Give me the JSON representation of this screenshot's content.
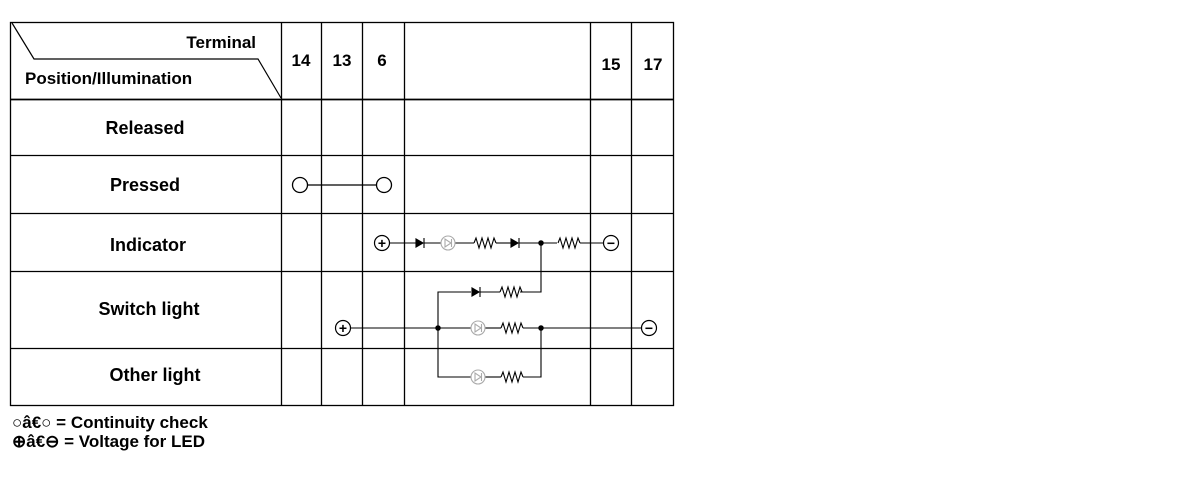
{
  "table": {
    "header": {
      "terminal_label": "Terminal",
      "position_label": "Position/Illumination",
      "terminals": [
        "14",
        "13",
        "6",
        "",
        "15",
        "17"
      ]
    },
    "rows": [
      {
        "label": "Released"
      },
      {
        "label": "Pressed"
      },
      {
        "label": "Indicator"
      },
      {
        "label": "Switch light"
      },
      {
        "label": "Other light"
      }
    ]
  },
  "legend": {
    "continuity": "○â€○ = Continuity check",
    "voltage": "⊕â€⊖ = Voltage for LED"
  },
  "symbols": {
    "plus": "+",
    "minus": "−"
  }
}
